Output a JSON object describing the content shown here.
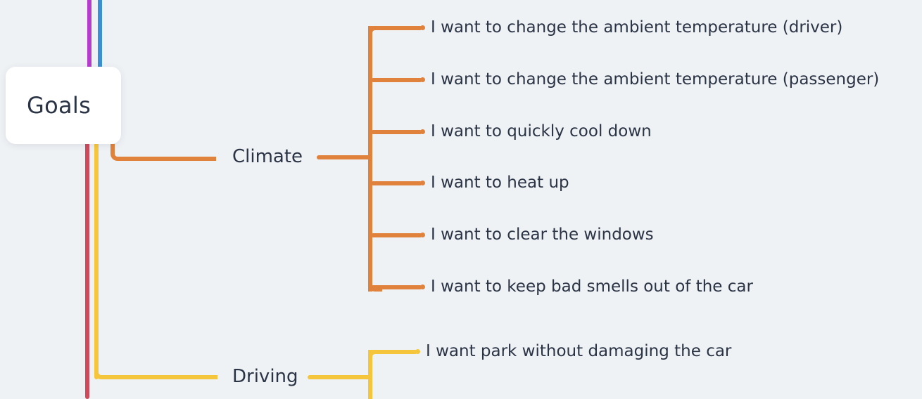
{
  "diagram": {
    "type": "mindmap",
    "title": "Goals",
    "background_color": "#eff2f5",
    "text_color": "#2b3445",
    "root": {
      "label": "Goals",
      "card_color": "#ffffff"
    },
    "trunk_lines": [
      {
        "name": "trunk-purple",
        "color": "#b53ccc"
      },
      {
        "name": "trunk-blue",
        "color": "#3d8fd4"
      },
      {
        "name": "trunk-red",
        "color": "#d04a5c"
      },
      {
        "name": "trunk-yellow",
        "color": "#f5c63c"
      }
    ],
    "branches": [
      {
        "label": "Climate",
        "color": "#e0823c",
        "children": [
          {
            "label": "I want to change the ambient temperature (driver)"
          },
          {
            "label": "I want to change the ambient temperature (passenger)"
          },
          {
            "label": "I want to quickly cool down"
          },
          {
            "label": "I want to heat up"
          },
          {
            "label": "I want to clear the windows"
          },
          {
            "label": "I want to keep bad smells out of the car"
          }
        ]
      },
      {
        "label": "Driving",
        "color": "#f5c63c",
        "children": [
          {
            "label": "I want park without damaging the car"
          }
        ]
      }
    ]
  }
}
